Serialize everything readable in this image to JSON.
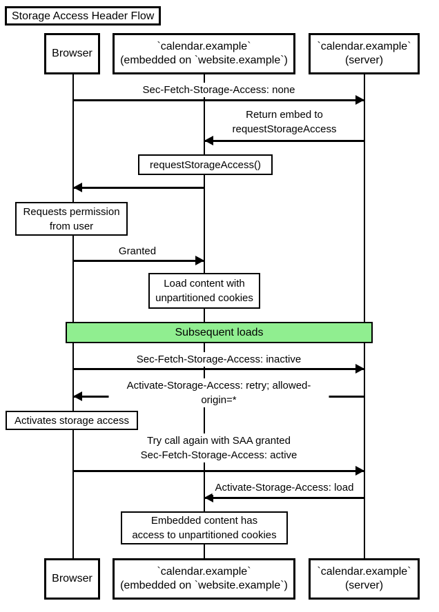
{
  "title": "Storage Access Header Flow",
  "diagram_type": "sequence",
  "participants": [
    {
      "id": "browser",
      "name": "Browser"
    },
    {
      "id": "embedded",
      "name": "`calendar.example`\n(embedded on `website.example`)"
    },
    {
      "id": "server",
      "name": "`calendar.example`\n(server)"
    }
  ],
  "messages": [
    {
      "from": "browser",
      "to": "server",
      "text": "Sec-Fetch-Storage-Access: none",
      "style": "plain"
    },
    {
      "from": "server",
      "to": "embedded",
      "text": "Return embed to\nrequestStorageAccess",
      "style": "plain"
    },
    {
      "from": "embedded",
      "to": "browser",
      "text": "requestStorageAccess()",
      "style": "boxed"
    },
    {
      "from": "browser",
      "to": "embedded",
      "text": "Granted",
      "style": "plain"
    },
    {
      "from": "browser",
      "to": "server",
      "text": "Sec-Fetch-Storage-Access: inactive",
      "style": "plain"
    },
    {
      "from": "server",
      "to": "browser",
      "text": "Activate-Storage-Access: retry; allowed-origin=*",
      "style": "plain"
    },
    {
      "from": "browser",
      "to": "server",
      "text": "Try call again with SAA granted\nSec-Fetch-Storage-Access: active",
      "style": "plain"
    },
    {
      "from": "server",
      "to": "embedded",
      "text": "Activate-Storage-Access: load",
      "style": "plain"
    }
  ],
  "notes": [
    {
      "over": "browser",
      "text": "Requests permission\nfrom user"
    },
    {
      "over": "embedded",
      "text": "Load content with\nunpartitioned cookies"
    },
    {
      "over": "browser",
      "text": "Activates storage access"
    },
    {
      "over": "embedded",
      "text": "Embedded content has\naccess to unpartitioned cookies"
    }
  ],
  "section": {
    "label": "Subsequent loads"
  },
  "colors": {
    "line": "#000000",
    "text": "#000000",
    "fill": "#ffffff",
    "section_fill": "#90ee90"
  }
}
